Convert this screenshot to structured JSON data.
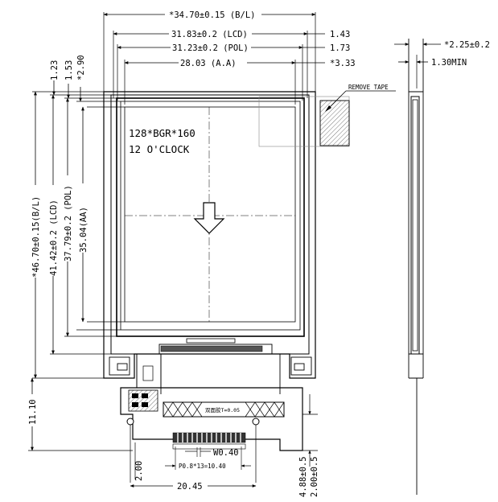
{
  "dimensions": {
    "bl_width": "*34.70±0.15 (B/L)",
    "lcd_width": "31.83±0.2 (LCD)",
    "lcd_offset": "1.43",
    "pol_width": "31.23±0.2 (POL)",
    "pol_offset": "1.73",
    "aa_width": "28.03 (A.A)",
    "aa_offset": "*3.33",
    "thickness_total": "*2.25±0.2",
    "thickness_min": "1.30MIN",
    "off_1": "1.23",
    "off_2": "1.53",
    "off_3": "*2.90",
    "bl_height": "*46.70±0.15(B/L)",
    "lcd_height": "41.42±0.2 (LCD)",
    "pol_height": "37.79±0.2 (POL)",
    "aa_height": "35.04(AA)",
    "fpc_height": "11.10",
    "fpc_width": "20.45",
    "pad_width": "W0.40",
    "pitch": "P0.8*13=10.40",
    "bottom_offset": "2.00",
    "right_off_1": "4.88±0.5",
    "right_off_2": "2.00±0.5"
  },
  "notes": {
    "remove_tape": "REMOVE TAPE",
    "resolution": "128*BGR*160",
    "orientation": "12 O'CLOCK",
    "tape_label": "双面胶T=0.05"
  }
}
